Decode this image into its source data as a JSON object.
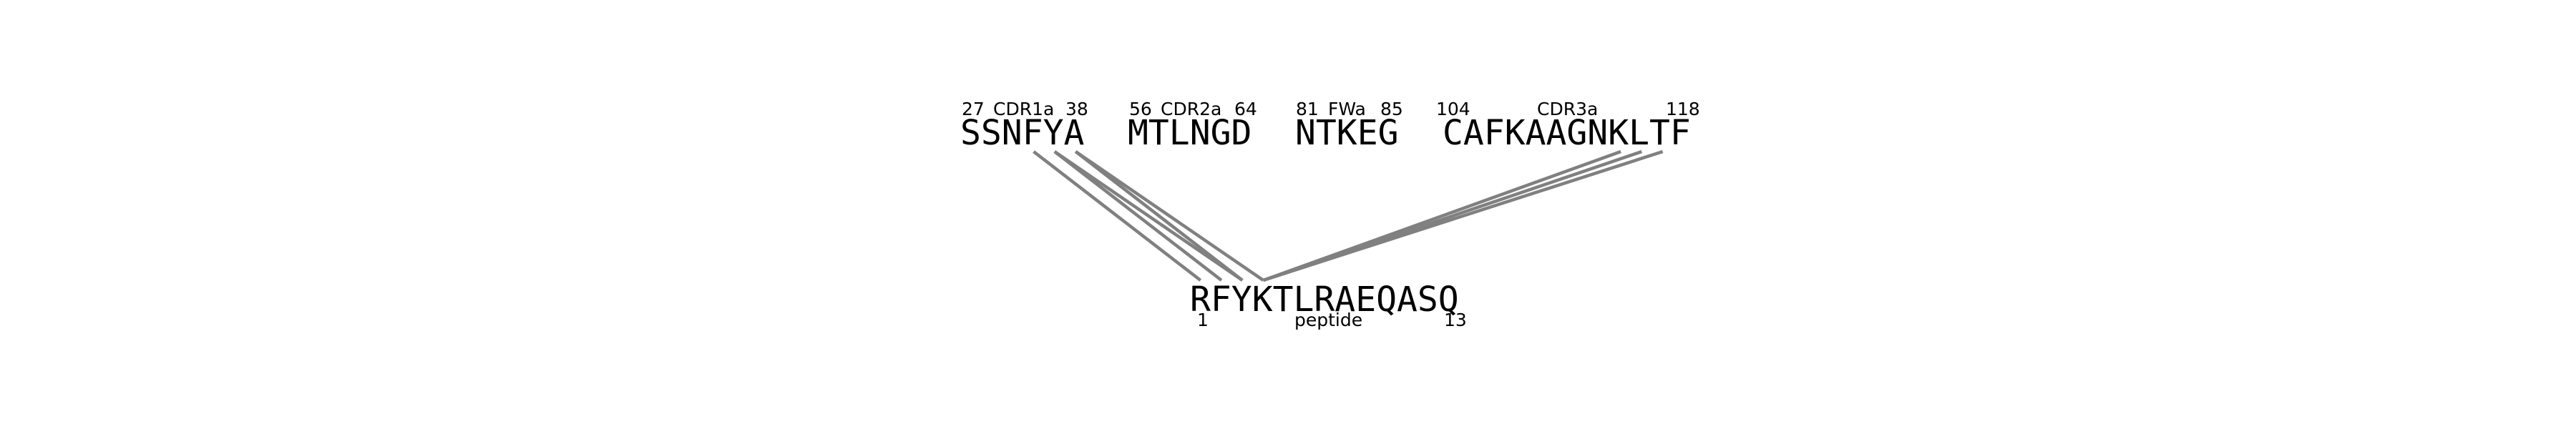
{
  "segments": [
    {
      "sequence": "SSNFYA",
      "start": "27",
      "name": "CDR1a",
      "end": "38"
    },
    {
      "sequence": "MTLNGD",
      "start": "56",
      "name": "CDR2a",
      "end": "64"
    },
    {
      "sequence": "NTKEG",
      "start": "81",
      "name": "FWa",
      "end": "85"
    },
    {
      "sequence": "CAFKAAGNKLTF",
      "start": "104",
      "name": "CDR3a",
      "end": "118"
    }
  ],
  "peptide": {
    "sequence": "RFYKTLRAEQASQ",
    "start": "1",
    "name": "peptide",
    "end": "13"
  },
  "contacts": [
    {
      "segment": 0,
      "residue": 3,
      "peptide_residue": 0
    },
    {
      "segment": 0,
      "residue": 4,
      "peptide_residue": 1
    },
    {
      "segment": 0,
      "residue": 4,
      "peptide_residue": 2
    },
    {
      "segment": 0,
      "residue": 5,
      "peptide_residue": 2
    },
    {
      "segment": 0,
      "residue": 5,
      "peptide_residue": 3
    },
    {
      "segment": 3,
      "residue": 8,
      "peptide_residue": 3
    },
    {
      "segment": 3,
      "residue": 9,
      "peptide_residue": 3
    },
    {
      "segment": 3,
      "residue": 10,
      "peptide_residue": 3
    }
  ],
  "colors": {
    "contact_line": "#808080",
    "text": "#000000",
    "background": "#ffffff"
  }
}
